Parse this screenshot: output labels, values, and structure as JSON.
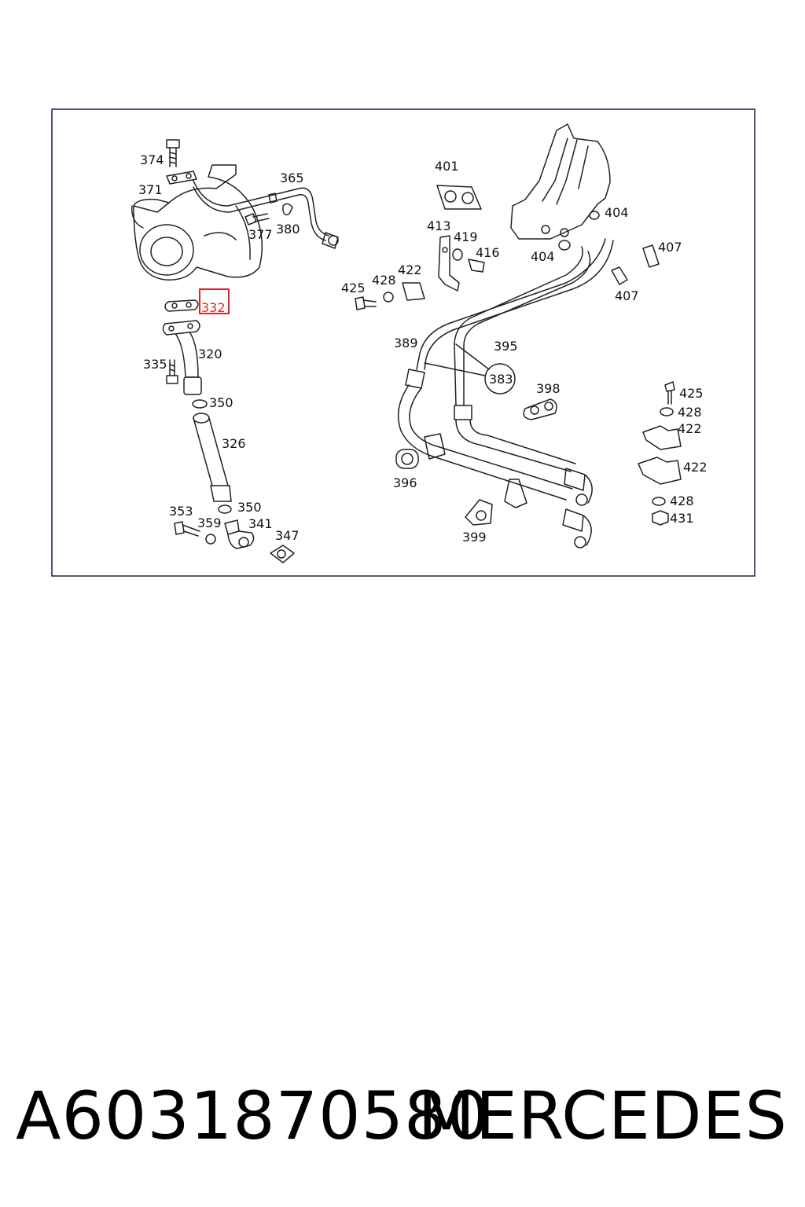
{
  "diagram": {
    "highlighted_callout": "332",
    "callouts": [
      {
        "id": "c374",
        "text": "374"
      },
      {
        "id": "c371",
        "text": "371"
      },
      {
        "id": "c365",
        "text": "365"
      },
      {
        "id": "c377",
        "text": "377"
      },
      {
        "id": "c380",
        "text": "380"
      },
      {
        "id": "c332",
        "text": "332"
      },
      {
        "id": "c335",
        "text": "335"
      },
      {
        "id": "c320",
        "text": "320"
      },
      {
        "id": "c350a",
        "text": "350"
      },
      {
        "id": "c326",
        "text": "326"
      },
      {
        "id": "c353",
        "text": "353"
      },
      {
        "id": "c350b",
        "text": "350"
      },
      {
        "id": "c359",
        "text": "359"
      },
      {
        "id": "c341",
        "text": "341"
      },
      {
        "id": "c347",
        "text": "347"
      },
      {
        "id": "c401",
        "text": "401"
      },
      {
        "id": "c413",
        "text": "413"
      },
      {
        "id": "c419",
        "text": "419"
      },
      {
        "id": "c416",
        "text": "416"
      },
      {
        "id": "c425a",
        "text": "425"
      },
      {
        "id": "c428a",
        "text": "428"
      },
      {
        "id": "c422a",
        "text": "422"
      },
      {
        "id": "c389",
        "text": "389"
      },
      {
        "id": "c395",
        "text": "395"
      },
      {
        "id": "c383",
        "text": "383"
      },
      {
        "id": "c398",
        "text": "398"
      },
      {
        "id": "c396",
        "text": "396"
      },
      {
        "id": "c399",
        "text": "399"
      },
      {
        "id": "c404a",
        "text": "404"
      },
      {
        "id": "c404b",
        "text": "404"
      },
      {
        "id": "c407a",
        "text": "407"
      },
      {
        "id": "c407b",
        "text": "407"
      },
      {
        "id": "c425b",
        "text": "425"
      },
      {
        "id": "c428b",
        "text": "428"
      },
      {
        "id": "c422b",
        "text": "422"
      },
      {
        "id": "c422c",
        "text": "422"
      },
      {
        "id": "c428c",
        "text": "428"
      },
      {
        "id": "c431",
        "text": "431"
      }
    ],
    "highlight_color": "#d9262c",
    "border_color": "#1a1a4a"
  },
  "caption": {
    "part_number": "A6031870580",
    "brand": "MERCEDES"
  }
}
